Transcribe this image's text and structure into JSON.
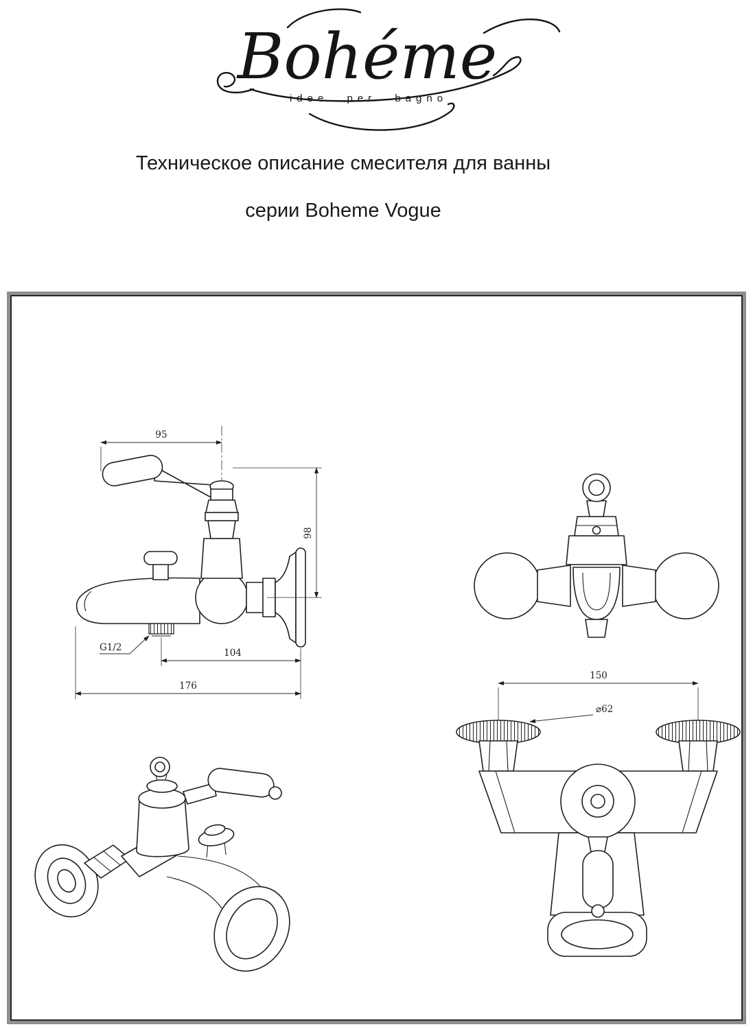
{
  "logo": {
    "brand": "Bohéme",
    "tagline": "idee per bagno"
  },
  "title": {
    "line1": "Техническое описание смесителя для ванны",
    "line2": "серии Boheme Vogue"
  },
  "drawing": {
    "side_view": {
      "width_to_handle": "95",
      "height": "98",
      "thread": "G1/2",
      "depth_to_flange": "104",
      "total_length": "176"
    },
    "front_view": {
      "centers_distance": "150",
      "flange_diameter": "⌀62"
    }
  },
  "colors": {
    "ink": "#1f1f1f",
    "frame_gray": "#8f8f8f"
  }
}
